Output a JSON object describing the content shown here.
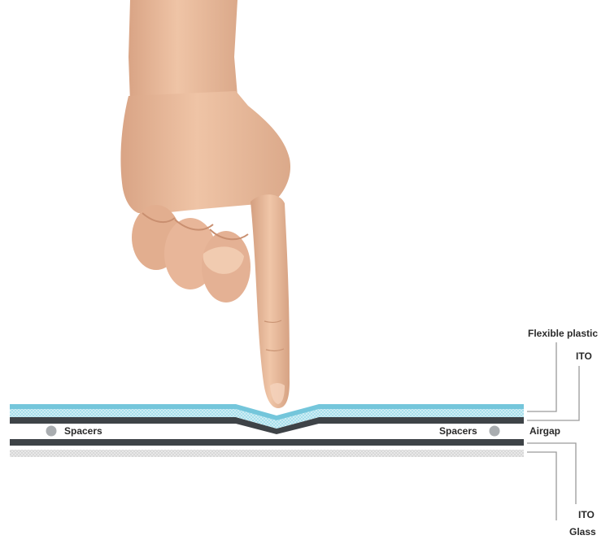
{
  "diagram": {
    "labels": {
      "flexible_plastic": "Flexible plastic",
      "ito_top": "ITO",
      "airgap": "Airgap",
      "spacers_left": "Spacers",
      "spacers_right": "Spacers",
      "ito_bottom": "ITO",
      "glass": "Glass"
    },
    "colors": {
      "flexible_plastic": "#74c6db",
      "ito": "#3e4347",
      "glass": "#d4d6d8",
      "spacer": "#a9adb0",
      "leader_line": "#9a9a9a",
      "skin": "#e9b899"
    },
    "illustration": "hand-pointing-finger"
  }
}
